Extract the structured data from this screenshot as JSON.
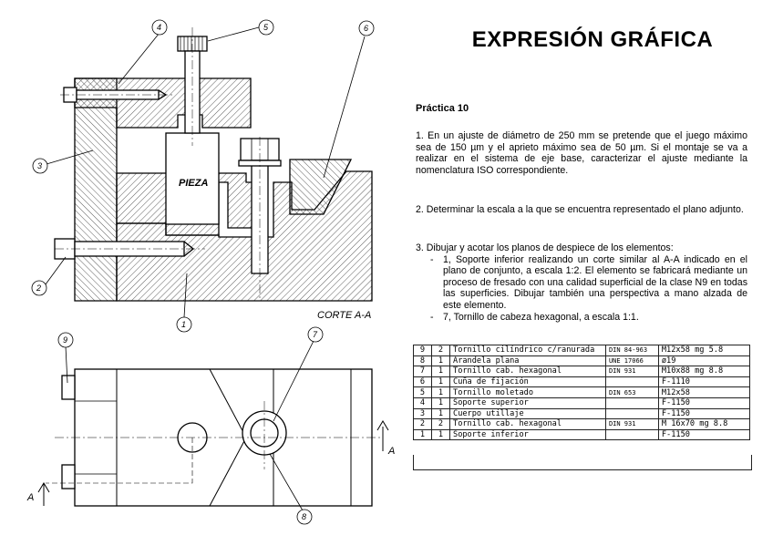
{
  "header": {
    "title": "EXPRESIÓN GRÁFICA"
  },
  "practice": {
    "heading": "Práctica 10",
    "item1": "1. En un ajuste de diámetro de 250 mm se pretende que el juego máximo sea de 150 µm y el aprieto máximo sea de 50 µm. Si el montaje se va a realizar en el sistema de eje base, caracterizar el ajuste mediante la nomenclatura ISO correspondiente.",
    "item2": "2. Determinar la escala a la que se encuentra representado el plano adjunto.",
    "item3_intro": "3. Dibujar y acotar los planos de despiece de los elementos:",
    "item3_a": "1, Soporte inferior realizando un corte similar al A-A indicado en el plano de conjunto, a escala 1:2. El elemento se fabricará mediante un proceso de fresado con una calidad superficial de la clase N9 en todas las superficies. Dibujar también una perspectiva a mano alzada de este elemento.",
    "item3_b": "7, Tornillo de cabeza hexagonal, a escala 1:1."
  },
  "drawing": {
    "piece_label": "PIEZA",
    "section_label": "CORTE A-A",
    "section_mark": "A",
    "balloons": [
      "1",
      "2",
      "3",
      "4",
      "5",
      "6",
      "7",
      "8",
      "9"
    ]
  },
  "parts_list": [
    {
      "mark": "9",
      "qty": "2",
      "name": "Tornillo cilíndrico c/ranurada",
      "norm": "DIN 84-963",
      "obs": "M12x58  mg 5.8"
    },
    {
      "mark": "8",
      "qty": "1",
      "name": "Arandela plana",
      "norm": "UNE 17066",
      "obs": "ø19"
    },
    {
      "mark": "7",
      "qty": "1",
      "name": "Tornillo cab. hexagonal",
      "norm": "DIN 931",
      "obs": "M10x88  mg 8.8"
    },
    {
      "mark": "6",
      "qty": "1",
      "name": "Cuña de fijación",
      "norm": "",
      "obs": "F-1110"
    },
    {
      "mark": "5",
      "qty": "1",
      "name": "Tornillo moletado",
      "norm": "DIN 653",
      "obs": "M12x58"
    },
    {
      "mark": "4",
      "qty": "1",
      "name": "Soporte superior",
      "norm": "",
      "obs": "F-1150"
    },
    {
      "mark": "3",
      "qty": "1",
      "name": "Cuerpo utillaje",
      "norm": "",
      "obs": "F-1150"
    },
    {
      "mark": "2",
      "qty": "2",
      "name": "Tornillo cab. hexagonal",
      "norm": "DIN 931",
      "obs": "M 16x70  mg 8.8"
    },
    {
      "mark": "1",
      "qty": "1",
      "name": "Soporte inferior",
      "norm": "",
      "obs": "F-1150"
    }
  ]
}
